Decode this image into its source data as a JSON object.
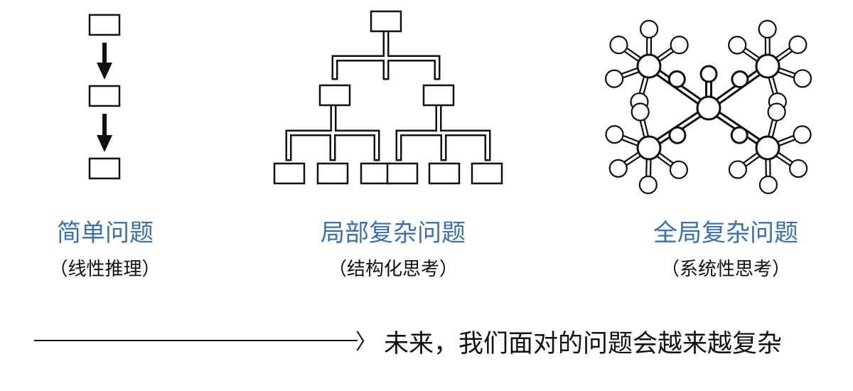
{
  "panels": [
    {
      "title": "简单问题",
      "subtitle": "（线性推理）"
    },
    {
      "title": "局部复杂问题",
      "subtitle": "（结构化思考）"
    },
    {
      "title": "全局复杂问题",
      "subtitle": "（系统性思考）"
    }
  ],
  "footer": {
    "arrow_head": "〉",
    "text": "未来，我们面对的问题会越来越复杂"
  },
  "colors": {
    "title": "#3a6fb0",
    "ink": "#111111"
  }
}
